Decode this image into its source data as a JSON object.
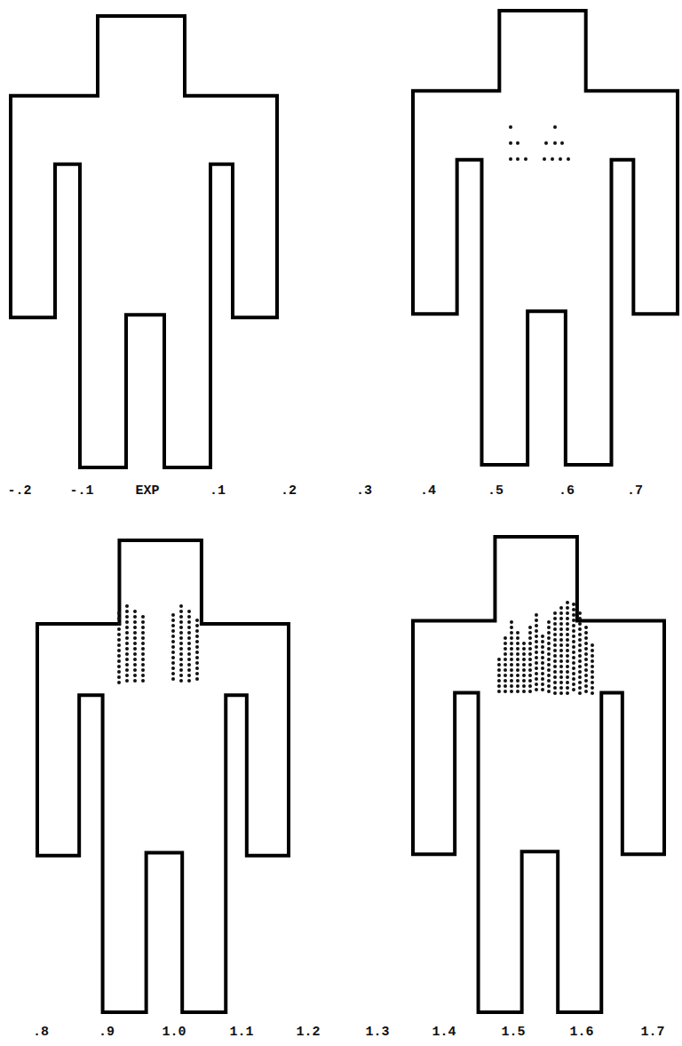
{
  "diagram": {
    "labels": [
      "-.2",
      "-.1",
      "EXP",
      ".1",
      ".2",
      ".3",
      ".4",
      ".5",
      ".6",
      ".7",
      ".8",
      ".9",
      "1.0",
      "1.1",
      "1.2",
      "1.3",
      "1.4",
      "1.5",
      "1.6",
      "1.7"
    ]
  }
}
